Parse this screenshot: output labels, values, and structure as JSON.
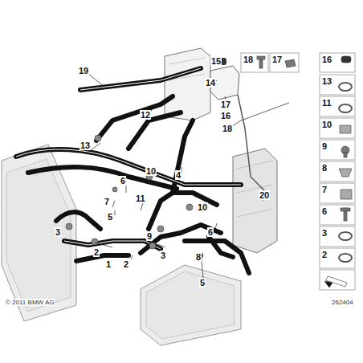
{
  "diagram": {
    "labels": [
      "19",
      "15",
      "14",
      "17",
      "16",
      "18",
      "12",
      "13",
      "4",
      "10",
      "6",
      "7",
      "5",
      "11",
      "10",
      "9",
      "3",
      "2",
      "1",
      "2",
      "3",
      "6",
      "8",
      "5",
      "20",
      "18",
      "17",
      "16",
      "13",
      "11",
      "10",
      "9",
      "8",
      "7",
      "6",
      "3",
      "2",
      "262404",
      "© 2011 BMW AG"
    ]
  }
}
